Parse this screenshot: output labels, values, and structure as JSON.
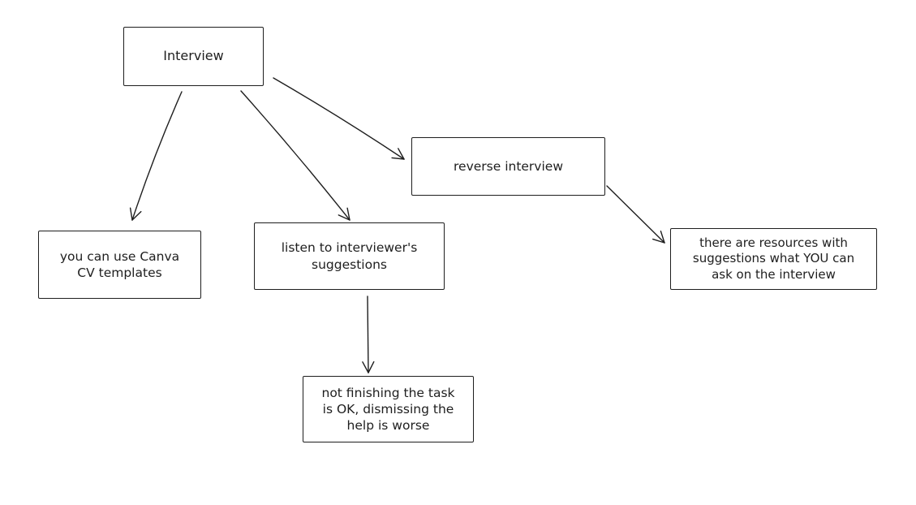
{
  "app": {
    "background_color": "#ffffff",
    "stroke_color": "#1e1e1e"
  },
  "diagram": {
    "nodes": {
      "interview": {
        "label": "Interview"
      },
      "canva": {
        "label": "you can use Canva\nCV templates"
      },
      "listen": {
        "label": "listen to interviewer's\nsuggestions"
      },
      "reverse": {
        "label": "reverse interview"
      },
      "resources": {
        "label": "there are resources with\nsuggestions what YOU can\nask on the interview"
      },
      "notfinish": {
        "label": "not finishing the task\nis OK, dismissing the\nhelp is worse"
      }
    },
    "edges": [
      {
        "from": "interview",
        "to": "canva"
      },
      {
        "from": "interview",
        "to": "listen"
      },
      {
        "from": "interview",
        "to": "reverse"
      },
      {
        "from": "reverse",
        "to": "resources"
      },
      {
        "from": "listen",
        "to": "notfinish"
      }
    ]
  }
}
